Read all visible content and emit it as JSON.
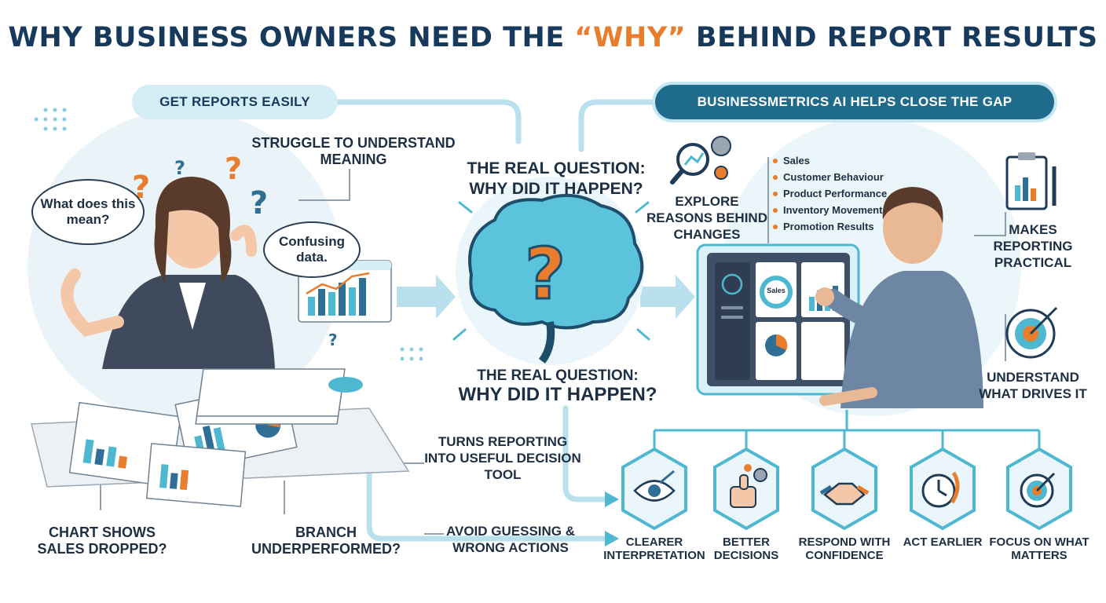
{
  "title": {
    "before": "WHY BUSINESS OWNERS NEED THE ",
    "highlight": "“WHY”",
    "after": " BEHIND REPORT RESULTS"
  },
  "pills": {
    "left": "GET REPORTS EASILY",
    "right": "BUSINESSMETRICS AI HELPS CLOSE THE GAP"
  },
  "left": {
    "bubble1": "What does this mean?",
    "bubble2": "Confusing data.",
    "struggle": "STRUGGLE TO UNDERSTAND MEANING",
    "chart_shows": "CHART SHOWS SALES DROPPED?",
    "branch": "BRANCH UNDERPERFORMED?"
  },
  "center": {
    "question_top": "THE REAL QUESTION: WHY DID IT HAPPEN?",
    "question_bottom_1": "THE REAL QUESTION:",
    "question_bottom_2": "WHY DID IT HAPPEN?",
    "turns": "TURNS REPORTING INTO USEFUL DECISION TOOL",
    "avoid": "AVOID GUESSING & WRONG ACTIONS"
  },
  "right": {
    "explore": "EXPLORE REASONS BEHIND CHANGES",
    "bullets": [
      "Sales",
      "Customer Behaviour",
      "Product Performance",
      "Inventory Movement",
      "Promotion Results"
    ],
    "screen_label": "Sales",
    "makes": "MAKES REPORTING PRACTICAL",
    "understand": "UNDERSTAND WHAT DRIVES IT"
  },
  "benefits": [
    {
      "label": "CLEARER INTERPRETATION",
      "icon": "eye-arrow-icon"
    },
    {
      "label": "BETTER DECISIONS",
      "icon": "thumbs-up-gear-icon"
    },
    {
      "label": "RESPOND WITH CONFIDENCE",
      "icon": "handshake-icon"
    },
    {
      "label": "ACT EARLIER",
      "icon": "clock-arrow-icon"
    },
    {
      "label": "FOCUS ON WHAT MATTERS",
      "icon": "target-icon"
    }
  ],
  "colors": {
    "navy": "#173a5c",
    "orange": "#e87d2d",
    "teal": "#1f6b8c",
    "light_blue": "#d5edf6",
    "cyan": "#4fb8d1"
  }
}
